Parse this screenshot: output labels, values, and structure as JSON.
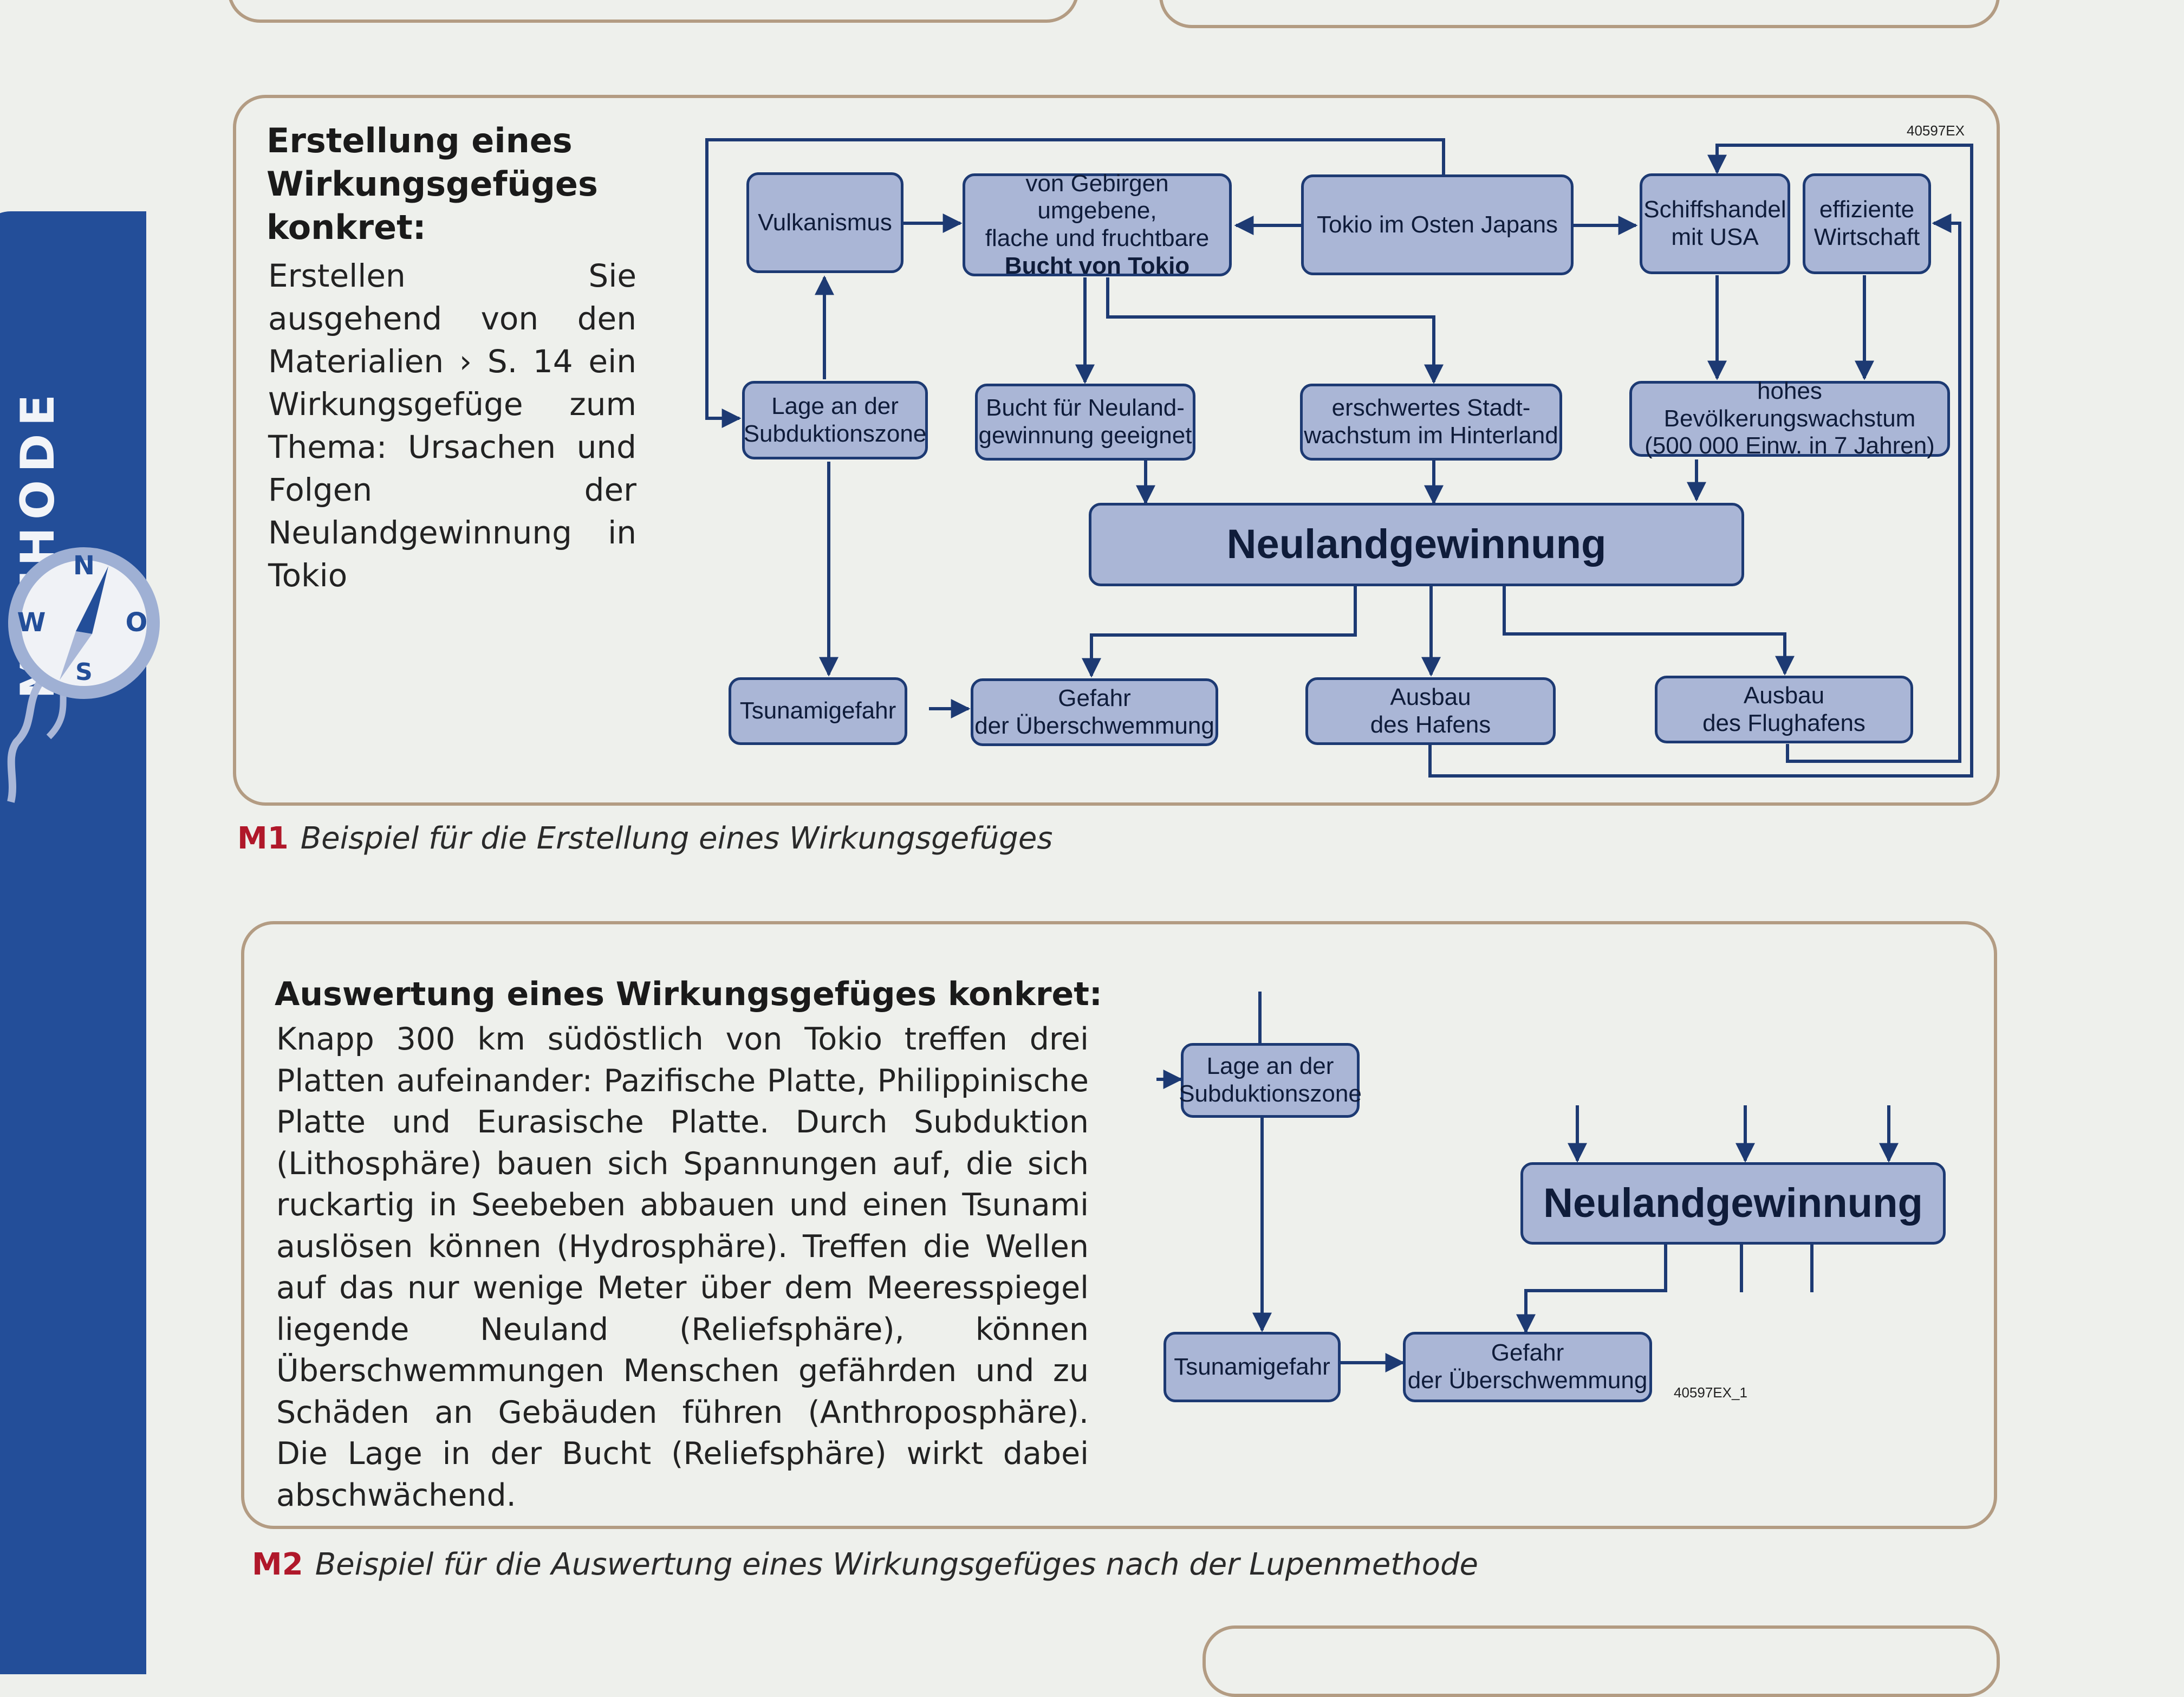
{
  "sidebar": {
    "label": "METHODE",
    "compass": {
      "n": "N",
      "w": "W",
      "o": "O",
      "s": "S"
    }
  },
  "m1": {
    "title": "Erstellung eines Wirkungsgefüges konkret:",
    "text": "Erstellen Sie ausgehend von den Materialien › S. 14 ein Wirkungsgefüge zum Thema: Ursachen und Folgen der Neulandgewinnung in Tokio",
    "code": "40597EX",
    "boxes": {
      "vulkanismus": "Vulkanismus",
      "bucht_tokio_a": "von Gebirgen umgebene,\nflache und fruchtbare",
      "bucht_tokio_b": "Bucht von Tokio",
      "tokio_osten": "Tokio im Osten Japans",
      "schiffshandel": "Schiffshandel\nmit USA",
      "wirtschaft": "effiziente\nWirtschaft",
      "subduktion": "Lage an der\nSubduktionszone",
      "neuland_geeignet": "Bucht für Neuland-\ngewinnung geeignet",
      "stadtwachstum": "erschwertes Stadt-\nwachstum im Hinterland",
      "bevoelkerung": "hohes Bevölkerungswachstum\n(500 000 Einw. in 7 Jahren)",
      "neulandgewinnung": "Neulandgewinnung",
      "tsunami": "Tsunamigefahr",
      "ueberschwemmung": "Gefahr\nder Überschwemmung",
      "hafen": "Ausbau\ndes Hafens",
      "flughafen": "Ausbau\ndes Flughafens"
    },
    "caption_label": "M1",
    "caption": "Beispiel für die Erstellung eines Wirkungsgefüges"
  },
  "m2": {
    "title": "Auswertung eines Wirkungsgefüges konkret:",
    "text": "Knapp 300 km südöstlich von Tokio treffen drei Platten aufeinander: Pazifische Platte, Philippinische Platte und Eurasische Platte. Durch Subduktion (Lithosphäre) bauen sich Spannungen auf, die sich ruckartig in Seebeben abbauen und einen Tsunami auslösen können (Hydrosphäre). Treffen die Wellen auf das nur wenige Meter über dem Meeresspiegel liegende Neuland (Reliefsphäre), können Überschwemmungen Menschen gefährden und zu Schäden an Gebäuden führen (Anthroposphäre). Die Lage in der Bucht (Reliefsphäre) wirkt dabei abschwächend.",
    "code": "40597EX_1",
    "boxes": {
      "subduktion": "Lage an der\nSubduktionszone",
      "neulandgewinnung": "Neulandgewinnung",
      "tsunami": "Tsunamigefahr",
      "ueberschwemmung": "Gefahr\nder Überschwemmung"
    },
    "caption_label": "M2",
    "caption": "Beispiel für die Auswertung eines Wirkungsgefüges nach der Lupenmethode"
  }
}
